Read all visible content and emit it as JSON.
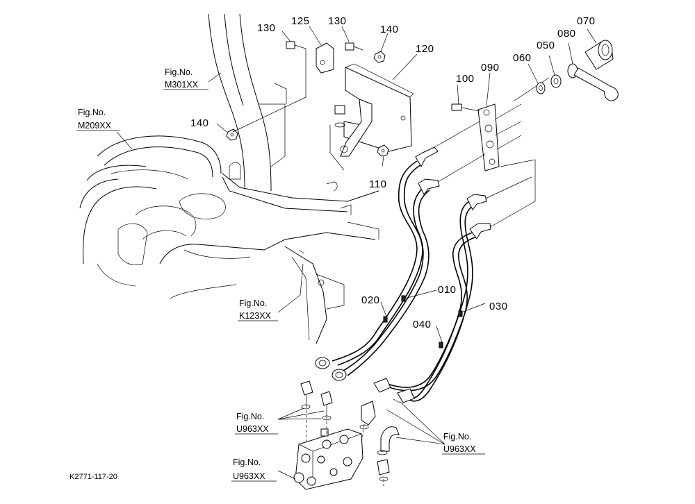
{
  "part_numbers": {
    "p130a": "130",
    "p125": "125",
    "p130b": "130",
    "p140a": "140",
    "p120": "120",
    "p140b": "140",
    "p110": "110",
    "p100": "100",
    "p090": "090",
    "p060": "060",
    "p050": "050",
    "p080": "080",
    "p070": "070",
    "p010": "010",
    "p020": "020",
    "p030": "030",
    "p040": "040"
  },
  "figure_refs": [
    {
      "prefix": "Fig.No.",
      "code": "M301XX"
    },
    {
      "prefix": "Fig.No.",
      "code": "M209XX"
    },
    {
      "prefix": "Fig.No.",
      "code": "K123XX"
    },
    {
      "prefix": "Fig.No.",
      "code": "U963XX"
    },
    {
      "prefix": "Fig.No.",
      "code": "U963XX"
    },
    {
      "prefix": "Fig.No.",
      "code": "U963XX"
    }
  ],
  "drawing_code": "K2771-117-20"
}
